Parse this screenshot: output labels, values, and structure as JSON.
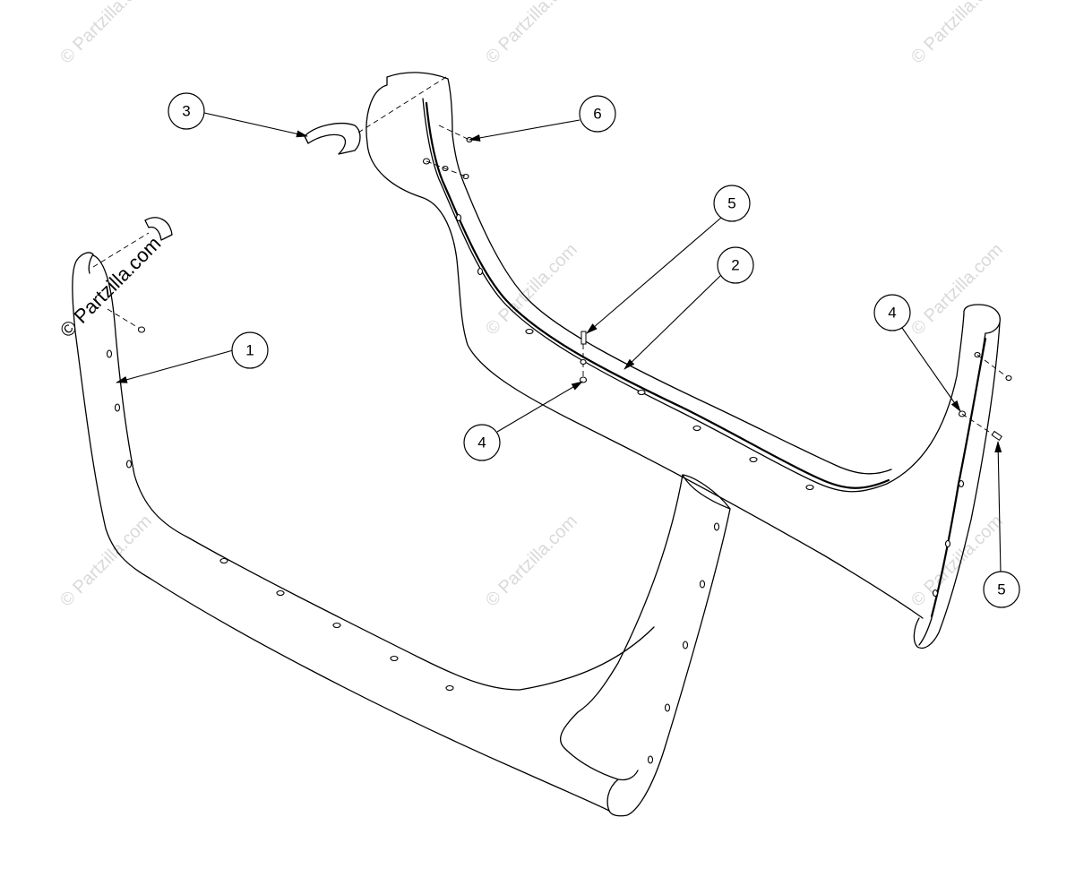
{
  "watermark": {
    "text": "© Partzilla.com",
    "color": "#d9d9d9",
    "dark_text": "© Partzilla.com"
  },
  "callouts": [
    {
      "id": "c1",
      "label": "1",
      "part": "left-side-panel"
    },
    {
      "id": "c2",
      "label": "2",
      "part": "trim-strip"
    },
    {
      "id": "c3",
      "label": "3",
      "part": "u-clip"
    },
    {
      "id": "c4a",
      "label": "4",
      "part": "nut"
    },
    {
      "id": "c4b",
      "label": "4",
      "part": "nut"
    },
    {
      "id": "c5a",
      "label": "5",
      "part": "screw"
    },
    {
      "id": "c5b",
      "label": "5",
      "part": "screw"
    },
    {
      "id": "c6",
      "label": "6",
      "part": "screw"
    }
  ]
}
